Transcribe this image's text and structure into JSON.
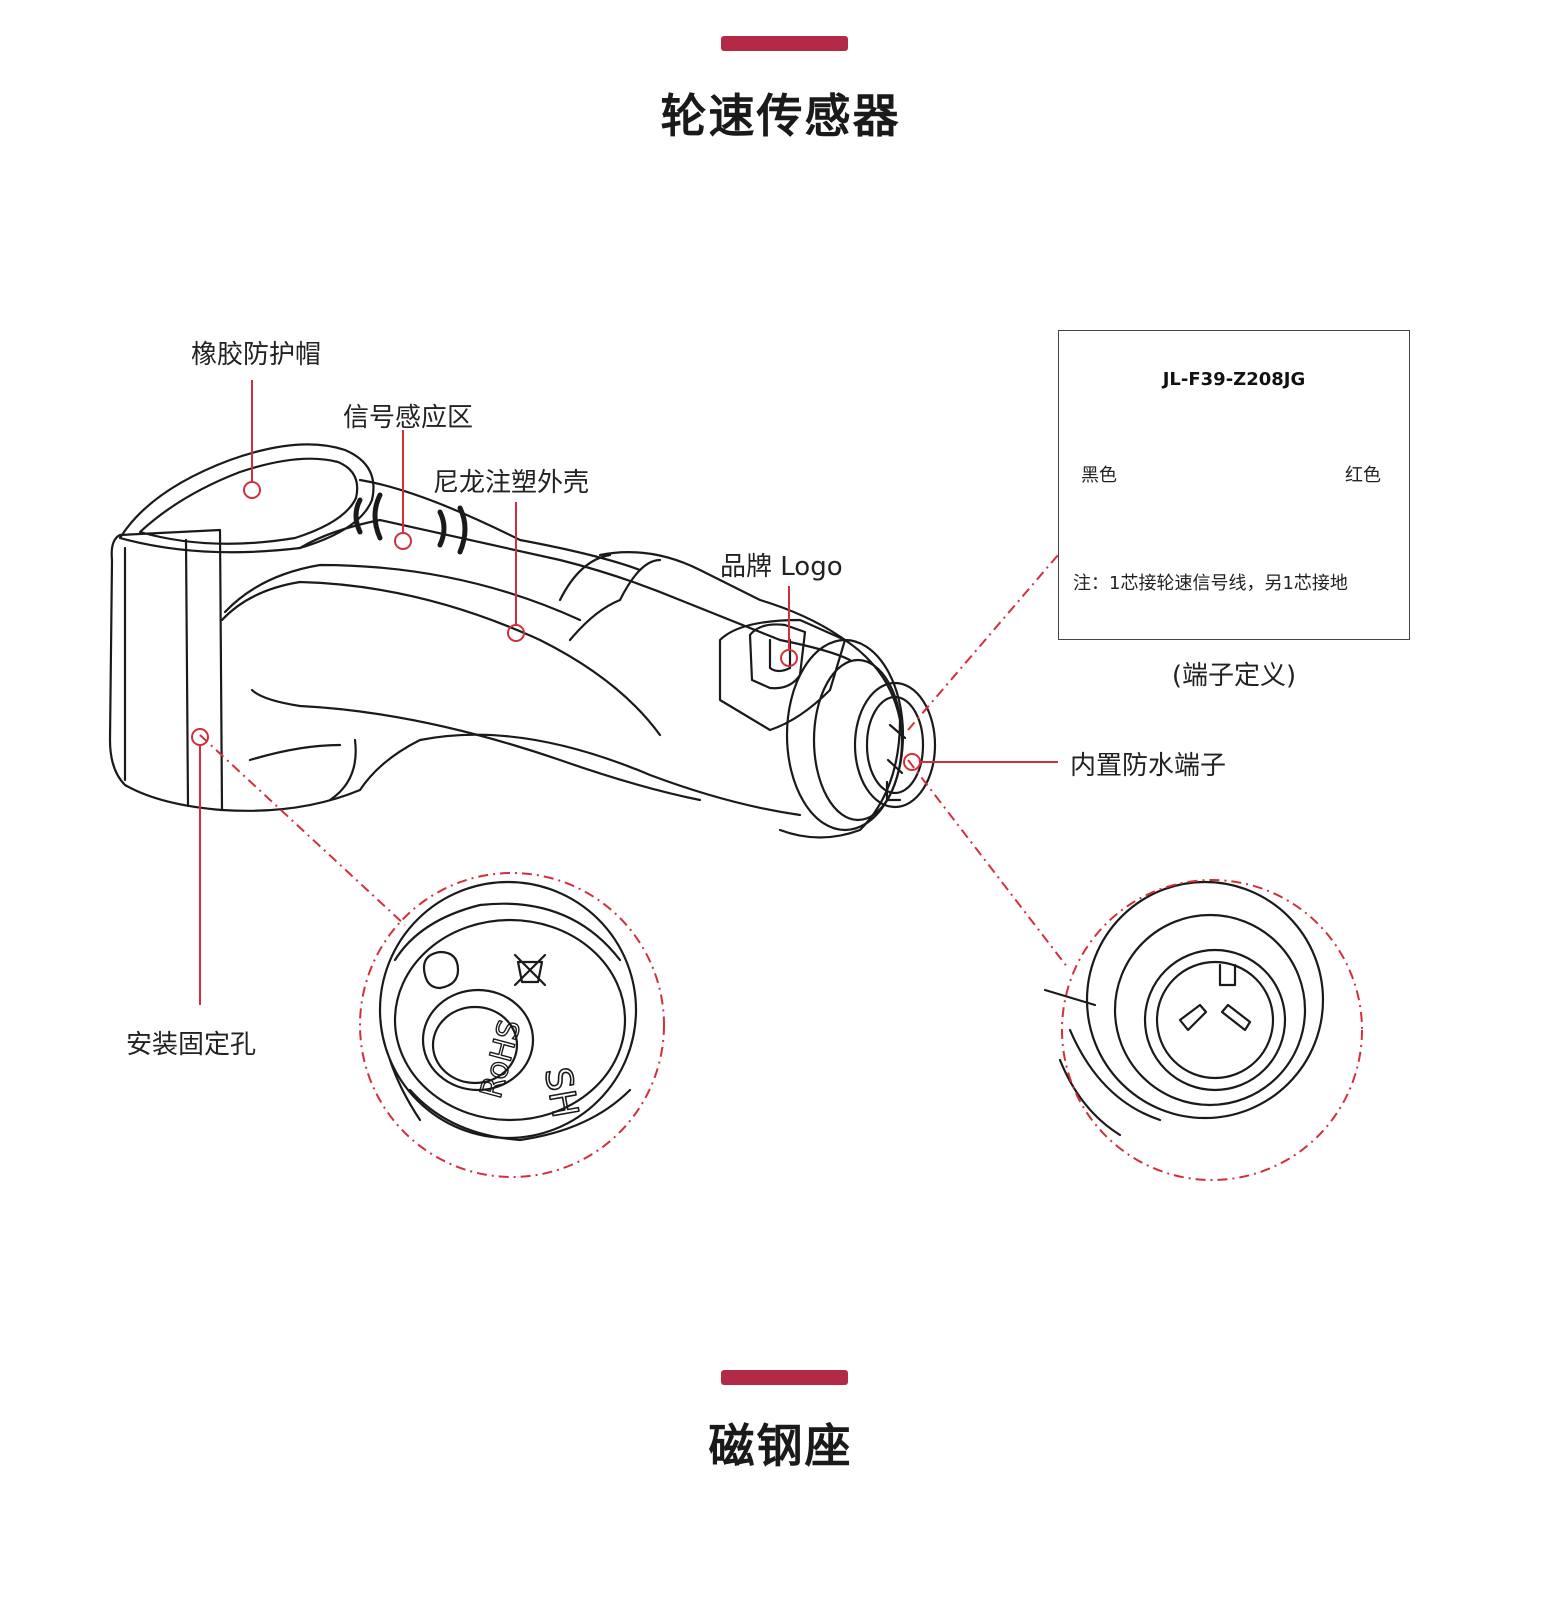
{
  "section1": {
    "title": "轮速传感器"
  },
  "section2": {
    "title": "磁钢座"
  },
  "callouts": {
    "rubber_cap": "橡胶防护帽",
    "signal_zone": "信号感应区",
    "nylon_shell": "尼龙注塑外壳",
    "brand_logo": "品牌 Logo",
    "waterproof_terminal": "内置防水端子",
    "mounting_hole": "安装固定孔"
  },
  "terminal_definition": {
    "model": "JL-F39-Z208JG",
    "left_wire": "黑色",
    "right_wire": "红色",
    "note": "注：1芯接轮速信号线，另1芯接地",
    "caption": "(端子定义)"
  },
  "colors": {
    "accent": "#b22a46",
    "callout_red": "#d32f3a",
    "line": "#1a1a1a"
  }
}
